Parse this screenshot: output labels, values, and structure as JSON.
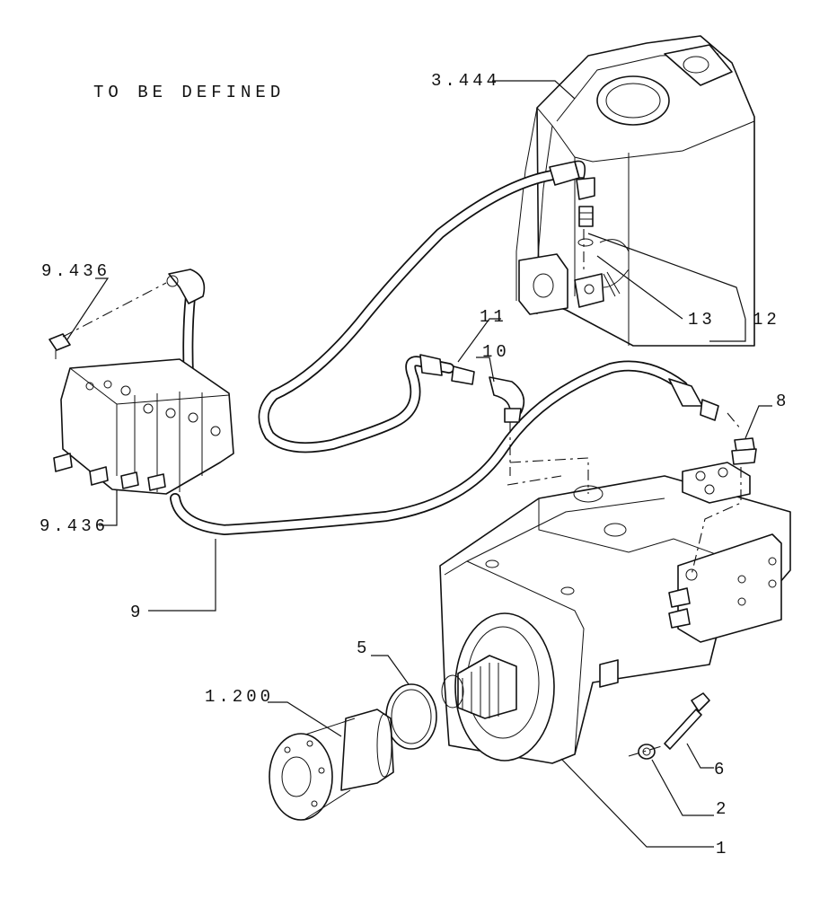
{
  "note": "TO BE DEFINED",
  "callouts": {
    "c3444": "3.444",
    "c9436a": "9.436",
    "c9436b": "9.436",
    "c11": "11",
    "c10": "10",
    "c13": "13",
    "c12": "12",
    "c8": "8",
    "c9": "9",
    "c5": "5",
    "c1200": "1.200",
    "c6": "6",
    "c2": "2",
    "c1": "1"
  }
}
